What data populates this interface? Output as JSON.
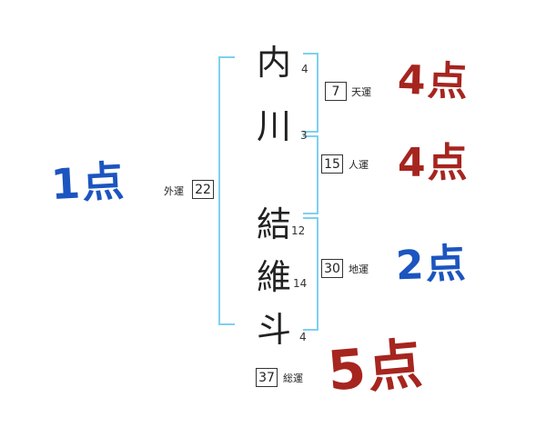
{
  "name_chars": [
    {
      "char": "内",
      "strokes": "4"
    },
    {
      "char": "川",
      "strokes": "3"
    },
    {
      "char": "結",
      "strokes": "12"
    },
    {
      "char": "維",
      "strokes": "14"
    },
    {
      "char": "斗",
      "strokes": "4"
    }
  ],
  "fortunes": {
    "heaven": {
      "value": "7",
      "label": "天運",
      "score": "4点"
    },
    "person": {
      "value": "15",
      "label": "人運",
      "score": "4点"
    },
    "earth": {
      "value": "30",
      "label": "地運",
      "score": "2点"
    },
    "outer": {
      "value": "22",
      "label": "外運",
      "score": "1点"
    },
    "total": {
      "value": "37",
      "label": "総運",
      "score": "5点"
    }
  },
  "colors": {
    "score_red": "#a6251f",
    "score_blue": "#1c55c0",
    "bracket_blue": "#7ed0f0",
    "text_black": "#222222"
  }
}
